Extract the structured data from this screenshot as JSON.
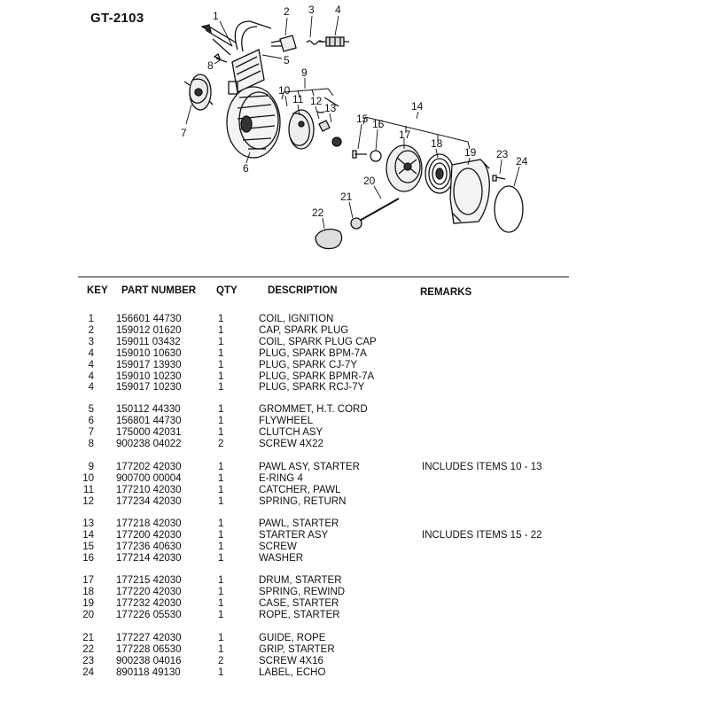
{
  "model": "GT-2103",
  "callouts": [
    "1",
    "2",
    "3",
    "4",
    "5",
    "6",
    "7",
    "8",
    "9",
    "10",
    "11",
    "12",
    "13",
    "14",
    "15",
    "16",
    "17",
    "18",
    "19",
    "20",
    "21",
    "22",
    "23",
    "24"
  ],
  "headers": {
    "key": "KEY",
    "part_number": "PART NUMBER",
    "qty": "QTY",
    "description": "DESCRIPTION",
    "remarks": "REMARKS"
  },
  "groups": [
    [
      {
        "key": "1",
        "part": "156601 44730",
        "qty": "1",
        "desc": "COIL, IGNITION",
        "remarks": ""
      },
      {
        "key": "2",
        "part": "159012 01620",
        "qty": "1",
        "desc": "CAP, SPARK PLUG",
        "remarks": ""
      },
      {
        "key": "3",
        "part": "159011 03432",
        "qty": "1",
        "desc": "COIL, SPARK PLUG CAP",
        "remarks": ""
      },
      {
        "key": "4",
        "part": "159010 10630",
        "qty": "1",
        "desc": "PLUG, SPARK BPM-7A",
        "remarks": ""
      },
      {
        "key": "4",
        "part": "159017 13930",
        "qty": "1",
        "desc": "PLUG, SPARK  CJ-7Y",
        "remarks": ""
      },
      {
        "key": "4",
        "part": "159010 10230",
        "qty": "1",
        "desc": "PLUG, SPARK  BPMR-7A",
        "remarks": ""
      },
      {
        "key": "4",
        "part": "159017 10230",
        "qty": "1",
        "desc": "PLUG, SPARK  RCJ-7Y",
        "remarks": ""
      }
    ],
    [
      {
        "key": "5",
        "part": "150112 44330",
        "qty": "1",
        "desc": "GROMMET, H.T.  CORD",
        "remarks": ""
      },
      {
        "key": "6",
        "part": "156801 44730",
        "qty": "1",
        "desc": "FLYWHEEL",
        "remarks": ""
      },
      {
        "key": "7",
        "part": "175000 42031",
        "qty": "1",
        "desc": "CLUTCH ASY",
        "remarks": ""
      },
      {
        "key": "8",
        "part": "900238 04022",
        "qty": "2",
        "desc": "SCREW  4X22",
        "remarks": ""
      }
    ],
    [
      {
        "key": "9",
        "part": "177202 42030",
        "qty": "1",
        "desc": "PAWL ASY, STARTER",
        "remarks": "INCLUDES ITEMS 10 - 13"
      },
      {
        "key": "10",
        "part": "900700 00004",
        "qty": "1",
        "desc": "E-RING  4",
        "remarks": ""
      },
      {
        "key": "11",
        "part": "177210 42030",
        "qty": "1",
        "desc": "CATCHER, PAWL",
        "remarks": ""
      },
      {
        "key": "12",
        "part": "177234 42030",
        "qty": "1",
        "desc": "SPRING, RETURN",
        "remarks": ""
      }
    ],
    [
      {
        "key": "13",
        "part": "177218 42030",
        "qty": "1",
        "desc": "PAWL, STARTER",
        "remarks": ""
      },
      {
        "key": "14",
        "part": "177200 42030",
        "qty": "1",
        "desc": "STARTER ASY",
        "remarks": "INCLUDES ITEMS 15 - 22"
      },
      {
        "key": "15",
        "part": "177236 40630",
        "qty": "1",
        "desc": "SCREW",
        "remarks": ""
      },
      {
        "key": "16",
        "part": "177214 42030",
        "qty": "1",
        "desc": "WASHER",
        "remarks": ""
      }
    ],
    [
      {
        "key": "17",
        "part": "177215 42030",
        "qty": "1",
        "desc": "DRUM, STARTER",
        "remarks": ""
      },
      {
        "key": "18",
        "part": "177220 42030",
        "qty": "1",
        "desc": "SPRING, REWIND",
        "remarks": ""
      },
      {
        "key": "19",
        "part": "177232 42030",
        "qty": "1",
        "desc": "CASE, STARTER",
        "remarks": ""
      },
      {
        "key": "20",
        "part": "177226 05530",
        "qty": "1",
        "desc": "ROPE, STARTER",
        "remarks": ""
      }
    ],
    [
      {
        "key": "21",
        "part": "177227 42030",
        "qty": "1",
        "desc": "GUIDE, ROPE",
        "remarks": ""
      },
      {
        "key": "22",
        "part": "177228 06530",
        "qty": "1",
        "desc": "GRIP, STARTER",
        "remarks": ""
      },
      {
        "key": "23",
        "part": "900238 04016",
        "qty": "2",
        "desc": "SCREW  4X16",
        "remarks": ""
      },
      {
        "key": "24",
        "part": "890118 49130",
        "qty": "1",
        "desc": "LABEL, ECHO",
        "remarks": ""
      }
    ]
  ]
}
